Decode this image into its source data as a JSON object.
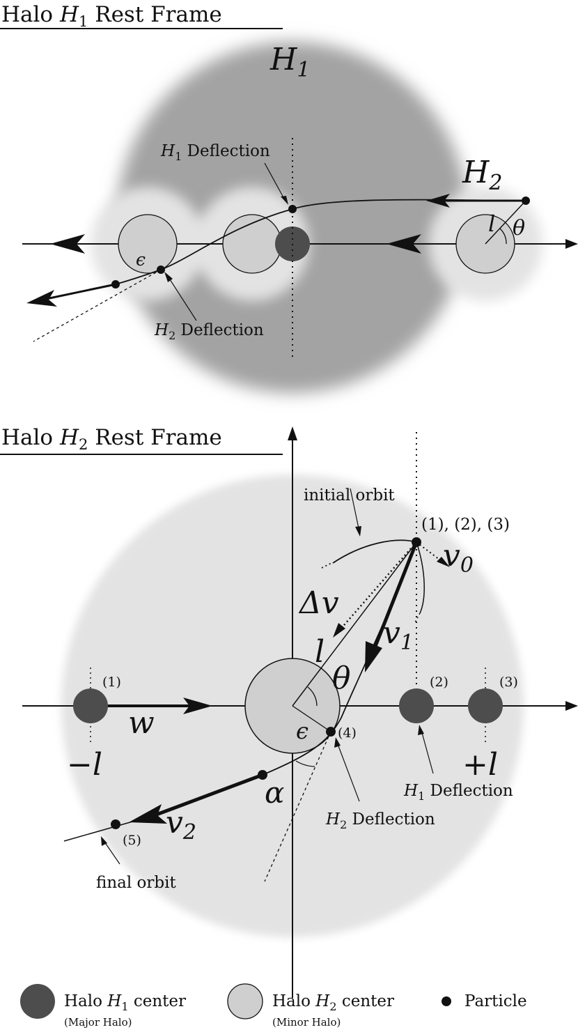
{
  "frame1": {
    "title_prefix": "Halo ",
    "title_sym": "H",
    "title_sub": "1",
    "title_suffix": " Rest Frame",
    "halo_h1_sym": "H",
    "halo_h1_sub": "1",
    "halo_h2_sym": "H",
    "halo_h2_sub": "2",
    "l_label": "l",
    "theta_label": "θ",
    "epsilon_label": "ϵ",
    "h1_deflection_sym": "H",
    "h1_deflection_sub": "1",
    "h1_deflection_text": " Deflection",
    "h2_deflection_sym": "H",
    "h2_deflection_sub": "2",
    "h2_deflection_text": " Deflection"
  },
  "frame2": {
    "title_prefix": "Halo ",
    "title_sym": "H",
    "title_sub": "2",
    "title_suffix": " Rest Frame",
    "initial_orbit": "initial orbit",
    "final_orbit": "final orbit",
    "points_label": "(1), (2), (3)",
    "v0_sym": "v",
    "v0_sub": "0",
    "delta_v": "Δv",
    "v1_sym": "v",
    "v1_sub": "1",
    "v2_sym": "v",
    "v2_sub": "2",
    "l_label": "l",
    "theta_label": "θ",
    "epsilon_label": "ϵ",
    "alpha_label": "α",
    "w_label": "w",
    "minus_l": "−l",
    "plus_l": "+l",
    "pt1": "(1)",
    "pt2": "(2)",
    "pt3": "(3)",
    "pt4": "(4)",
    "pt5": "(5)",
    "h1_deflection_sym": "H",
    "h1_deflection_sub": "1",
    "h1_deflection_text": " Deflection",
    "h2_deflection_sym": "H",
    "h2_deflection_sub": "2",
    "h2_deflection_text": " Deflection"
  },
  "legend": {
    "major_prefix": "Halo ",
    "major_sym": "H",
    "major_sub": "1",
    "major_suffix": " center",
    "major_note": "(Major Halo)",
    "minor_prefix": "Halo ",
    "minor_sym": "H",
    "minor_sub": "2",
    "minor_suffix": " center",
    "minor_note": "(Minor Halo)",
    "particle": "Particle"
  },
  "colors": {
    "major_halo": "#4d4d4d",
    "minor_halo": "#cfcfcf",
    "h1_region": "#a3a3a3",
    "h2_region": "#e3e3e3",
    "ink": "#111111"
  }
}
